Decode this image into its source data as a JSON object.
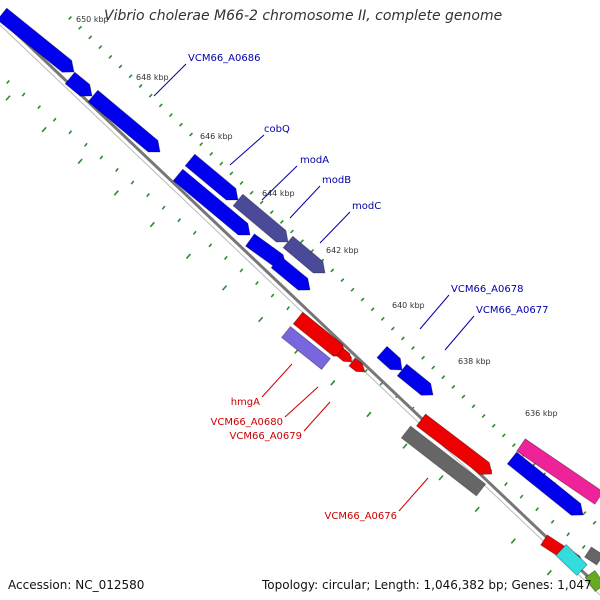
{
  "title": "Vibrio cholerae M66-2 chromosome II, complete genome",
  "footer": {
    "accession": "Accession: NC_012580",
    "summary": "Topology: circular; Length: 1,046,382 bp; Genes: 1,047"
  },
  "colors": {
    "backbone": "#777777",
    "tick": "#2e8b2e",
    "forward_gene": "#0000ee",
    "reverse_gene": "#ee0000",
    "forward_label": "#0000aa",
    "reverse_label": "#cc0000",
    "slate_gene": "#4a4a99",
    "lavender_gene": "#7766dd",
    "gray_gene": "#666666",
    "magenta_gene": "#ee2299",
    "cyan_gene": "#33dddd",
    "green_gene": "#66aa22"
  },
  "scale": {
    "ticks": [
      {
        "label": "650 kbp"
      },
      {
        "label": "648 kbp"
      },
      {
        "label": "646 kbp"
      },
      {
        "label": "644 kbp"
      },
      {
        "label": "642 kbp"
      },
      {
        "label": "640 kbp"
      },
      {
        "label": "638 kbp"
      },
      {
        "label": "636 kbp"
      }
    ]
  },
  "genes": {
    "forward": [
      {
        "label": "VCM66_A0686"
      },
      {
        "label": "cobQ"
      },
      {
        "label": "modA"
      },
      {
        "label": "modB"
      },
      {
        "label": "modC"
      },
      {
        "label": "VCM66_A0678"
      },
      {
        "label": "VCM66_A0677"
      }
    ],
    "reverse": [
      {
        "label": "hmgA"
      },
      {
        "label": "VCM66_A0680"
      },
      {
        "label": "VCM66_A0679"
      },
      {
        "label": "VCM66_A0676"
      }
    ]
  }
}
